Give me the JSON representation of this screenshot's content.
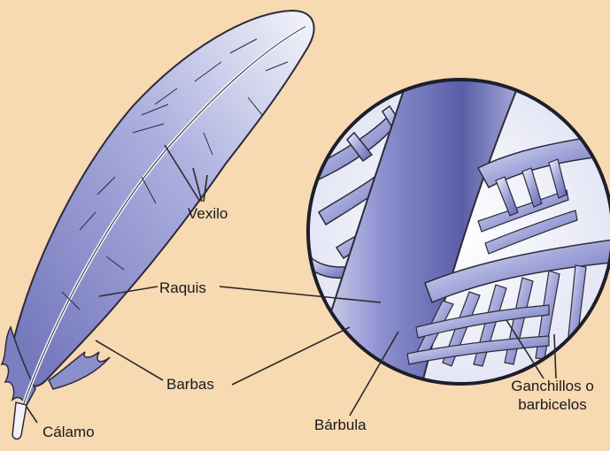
{
  "labels": {
    "vexilo": "Vexilo",
    "raquis": "Raquis",
    "barbas": "Barbas",
    "calamo": "Cálamo",
    "barbula": "Bárbula",
    "ganchillos_line1": "Ganchillos o",
    "ganchillos_line2": "barbicelos"
  },
  "colors": {
    "background": "#f7d9b2",
    "feather_light": "#f4f5fb",
    "feather_mid": "#a9acdd",
    "feather_dark": "#6e72b8",
    "outline": "#2b2b3a",
    "leader_line": "#2a2a2a"
  }
}
